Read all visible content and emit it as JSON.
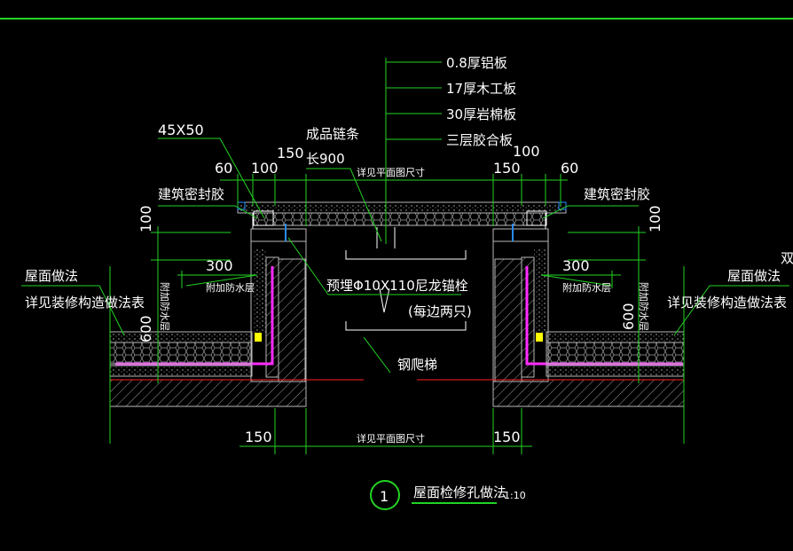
{
  "colors": {
    "background": "#000000",
    "green_line": "#22d322",
    "white_line": "#ffffff",
    "magenta_membrane": "#ff2bff",
    "gray_outline": "#b8b8b8",
    "yellow_marker": "#ffff00",
    "red_centerline": "#ff2020",
    "blue_bolt": "#2a8cff"
  },
  "layer_labels": [
    "0.8厚铝板",
    "17厚木工板",
    "30厚岩棉板",
    "三层胶合板"
  ],
  "labels": {
    "size_45x50": "45X50",
    "chain": "成品链条",
    "chain_len": "长900",
    "plan_dim_top": "详见平面图尺寸",
    "plan_dim_bottom": "详见平面图尺寸",
    "sealant_left": "建筑密封胶",
    "sealant_right": "建筑密封胶",
    "roof_left": "屋面做法",
    "roof_left_ref": "详见装修构造做法表",
    "roof_right": "屋面做法",
    "roof_right_ref": "详见装修构造做法表",
    "right_edge": "双",
    "anchor": "预埋Φ10X110尼龙锚栓",
    "anchor_note": "(每边两只)",
    "ladder": "钢爬梯",
    "extra_waterproof_left": "附加防水层",
    "extra_waterproof_right": "附加防水层",
    "vertical_waterproof_left": "附加防水层",
    "vertical_waterproof_right": "附加防水层"
  },
  "dimensions": {
    "d60_left": "60",
    "d100_left": "100",
    "d150_left": "150",
    "d150_right": "150",
    "d100_right": "100",
    "d60_right": "60",
    "v100_left": "100",
    "v100_right": "100",
    "h300_left": "300",
    "h300_right": "300",
    "v600_left": "600",
    "v600_right": "600",
    "b150_left": "150",
    "b150_right": "150"
  },
  "title": {
    "number": "1",
    "text": "屋面检修孔做法",
    "scale": "1:10"
  }
}
